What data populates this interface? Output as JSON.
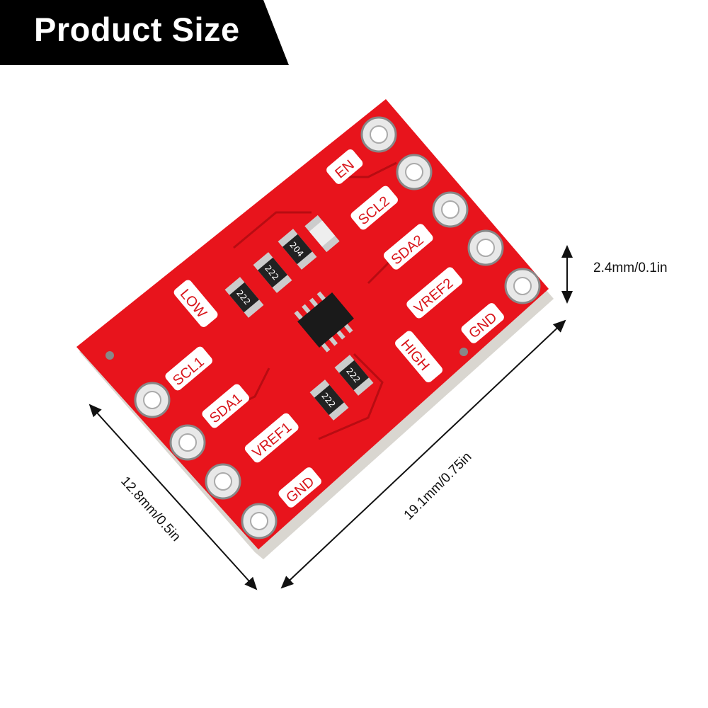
{
  "banner": {
    "title": "Product Size",
    "background": "#000000"
  },
  "dimensions": {
    "thickness": "2.4mm/0.1in",
    "width": "12.8mm/0.5in",
    "length": "19.1mm/0.75in"
  },
  "board": {
    "color": "#e8141c",
    "labels_left": [
      "LOW",
      "SCL1",
      "SDA1",
      "VREF1",
      "GND"
    ],
    "labels_right": [
      "EN",
      "SCL2",
      "SDA2",
      "VREF2",
      "GND",
      "HIGH"
    ],
    "resistor_codes": [
      "222",
      "222",
      "204",
      "222",
      "222"
    ]
  }
}
